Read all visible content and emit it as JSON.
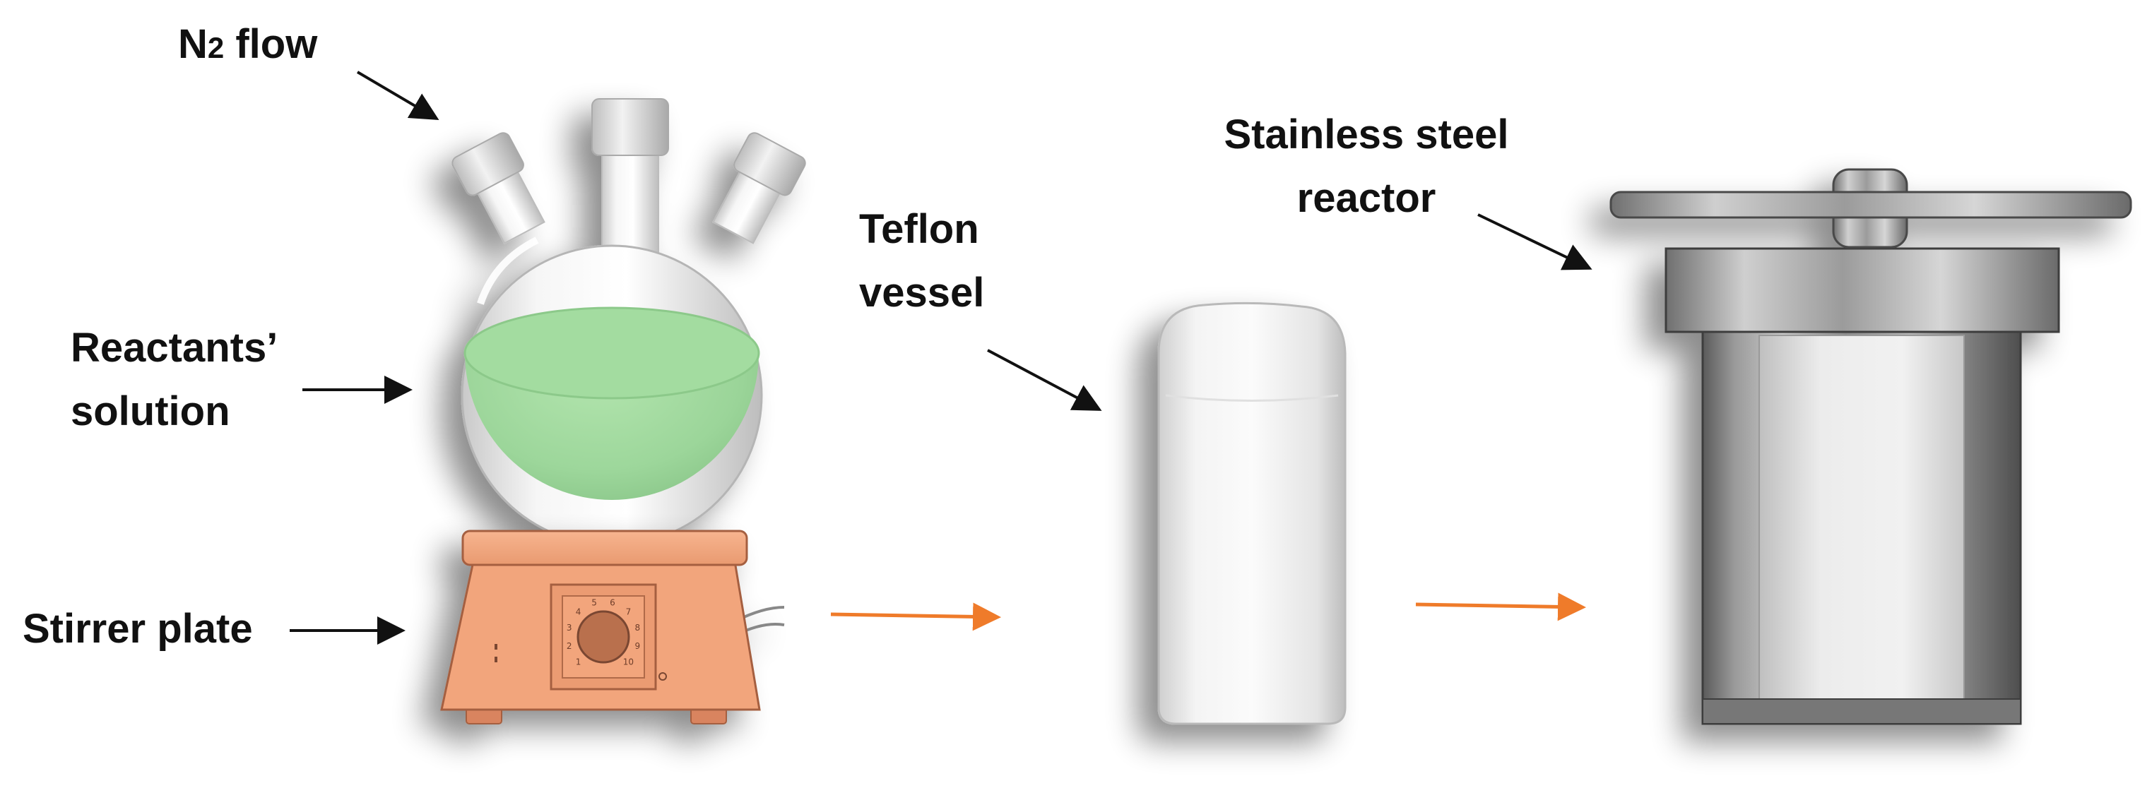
{
  "labels": {
    "n2_flow": {
      "main": "N",
      "subscript": "2",
      "rest": " flow"
    },
    "reactants_solution": {
      "line1": "Reactants’",
      "line2": "solution"
    },
    "stirrer_plate": "Stirrer plate",
    "teflon_vessel": {
      "line1": "Teflon",
      "line2": "vessel"
    },
    "stainless_reactor": {
      "line1": "Stainless steel",
      "line2": "reactor"
    }
  },
  "dial_numbers": [
    "1",
    "2",
    "3",
    "4",
    "5",
    "6",
    "7",
    "8",
    "9",
    "10"
  ],
  "colors": {
    "solution": "#9bd79a",
    "stirrer_body": "#f2a57c",
    "stirrer_shadow": "#d98a62",
    "dial_knob": "#b9704d",
    "flow_arrow": "#ef7b2a",
    "label_arrow": "#111111",
    "steel": "#8f8f8f",
    "teflon": "#e8e8e8"
  },
  "icons": [
    "three-neck-flask-icon",
    "stirrer-plate-icon",
    "teflon-vessel-icon",
    "steel-reactor-icon"
  ]
}
